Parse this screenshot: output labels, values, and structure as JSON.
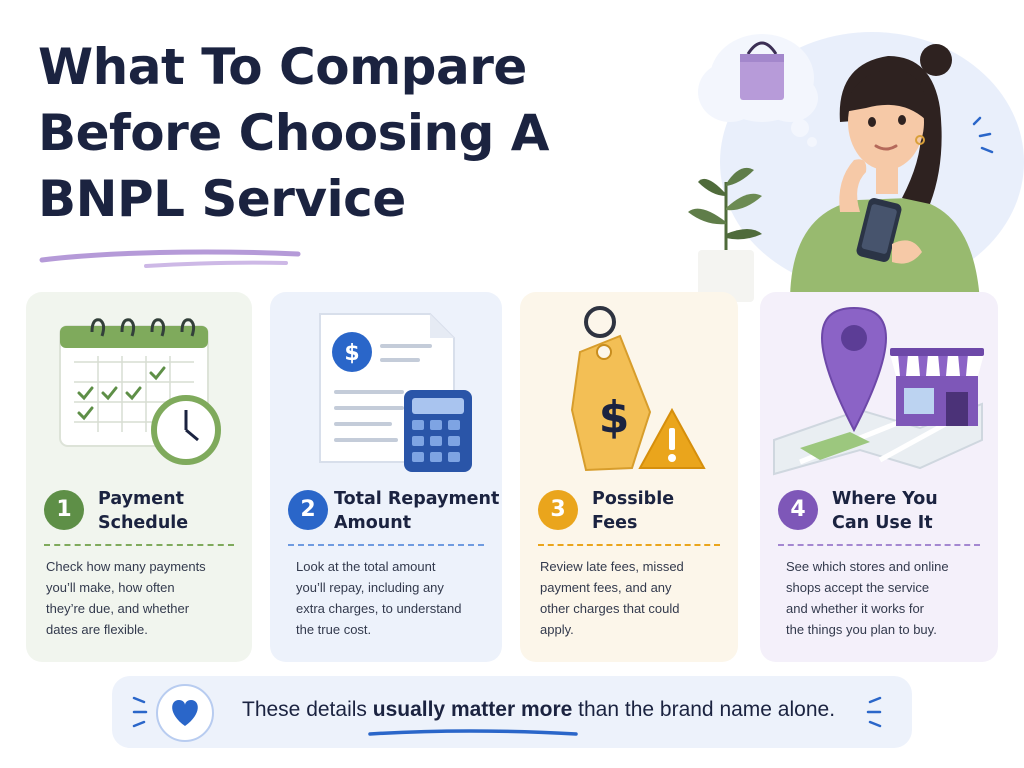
{
  "title": {
    "line1": "What To Compare",
    "line2": "Before Choosing A",
    "line3": "BNPL Service"
  },
  "cards": [
    {
      "number": "1",
      "title_line1": "Payment",
      "title_line2": "Schedule",
      "desc": [
        "Check how many payments",
        "you’ll make, how often",
        "they’re due, and whether",
        "dates are flexible."
      ],
      "accent": "#5e8f47",
      "icon": "calendar-clock-icon"
    },
    {
      "number": "2",
      "title_line1": "Total Repayment",
      "title_line2": "Amount",
      "desc": [
        "Look at the total amount",
        "you’ll repay, including any",
        "extra charges, to understand",
        "the true cost."
      ],
      "accent": "#2a66c9",
      "icon": "document-calculator-icon"
    },
    {
      "number": "3",
      "title_line1": "Possible",
      "title_line2": "Fees",
      "desc": [
        "Review late fees, missed",
        "payment fees, and any",
        "other charges that could",
        "apply."
      ],
      "accent": "#eaa51c",
      "icon": "price-tag-warning-icon"
    },
    {
      "number": "4",
      "title_line1": "Where You",
      "title_line2": "Can Use It",
      "desc": [
        "See which stores and online",
        "shops accept the service",
        "and whether it works for",
        "the things you plan to buy."
      ],
      "accent": "#7e57b8",
      "icon": "map-pin-store-icon"
    }
  ],
  "banner": {
    "text_before": "These details ",
    "text_bold": "usually matter more",
    "text_after": " than the brand name alone.",
    "icon": "heart-icon",
    "accent": "#2a66c9"
  },
  "hero": {
    "icon": "woman-thinking-with-phone-icon",
    "thought_icon": "shopping-bag-icon"
  }
}
